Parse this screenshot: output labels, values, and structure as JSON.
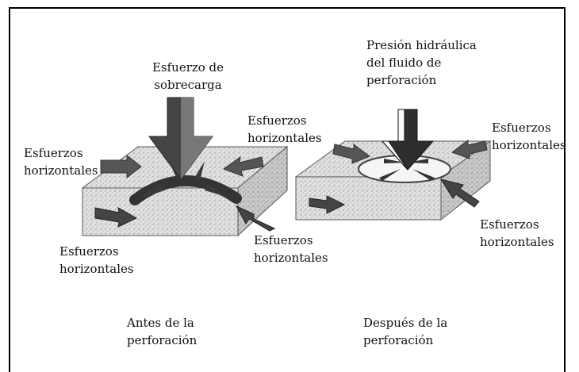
{
  "left_block": {
    "top_arrow_label": "Esfuerzo de\nsobrecarga",
    "label_upper_left": "Esfuerzos\nhorizontales",
    "label_upper_right": "Esfuerzos\nhorizontales",
    "label_lower_right": "Esfuerzos\nhorizontales",
    "label_lower_left": "Esfuerzos\nhorizontales",
    "caption": "Antes de la\nperforación"
  },
  "right_block": {
    "top_arrow_label": "Presión hidráulica\ndel fluido de\nperforación",
    "label_upper_right": "Esfuerzos\nhorizontales",
    "label_lower_right": "Esfuerzos\nhorizontales",
    "caption": "Después de la\nperforación"
  },
  "colors": {
    "block_fill": "#d9d9d9",
    "arrow_dark": "#3a3a3a",
    "frame": "#000000"
  }
}
